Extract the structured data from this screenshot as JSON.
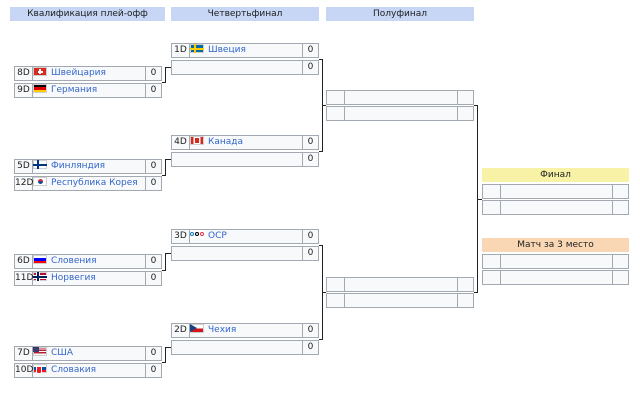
{
  "headers": {
    "playoff": "Квалификация плей-офф",
    "quarter": "Четвертьфинал",
    "semi": "Полуфинал",
    "final": "Финал",
    "third": "Матч за 3 место"
  },
  "playoff_matches": [
    {
      "a": {
        "seed": "8D",
        "team": "Швейцария",
        "flag": "switzerland-flag",
        "score": "0"
      },
      "b": {
        "seed": "9D",
        "team": "Германия",
        "flag": "germany-flag",
        "score": "0"
      }
    },
    {
      "a": {
        "seed": "5D",
        "team": "Финляндия",
        "flag": "finland-flag",
        "score": "0"
      },
      "b": {
        "seed": "12D",
        "team": "Республика Корея",
        "flag": "korea-flag",
        "score": "0"
      }
    },
    {
      "a": {
        "seed": "6D",
        "team": "Словения",
        "flag": "slovenia-flag",
        "score": "0"
      },
      "b": {
        "seed": "11D",
        "team": "Норвегия",
        "flag": "norway-flag",
        "score": "0"
      }
    },
    {
      "a": {
        "seed": "7D",
        "team": "США",
        "flag": "usa-flag",
        "score": "0"
      },
      "b": {
        "seed": "10D",
        "team": "Словакия",
        "flag": "slovakia-flag",
        "score": "0"
      }
    }
  ],
  "quarter_matches": [
    {
      "a": {
        "seed": "1D",
        "team": "Швеция",
        "flag": "sweden-flag",
        "score": "0"
      },
      "b": {
        "seed": "",
        "team": "",
        "score": "0"
      }
    },
    {
      "a": {
        "seed": "4D",
        "team": "Канада",
        "flag": "canada-flag",
        "score": "0"
      },
      "b": {
        "seed": "",
        "team": "",
        "score": "0"
      }
    },
    {
      "a": {
        "seed": "3D",
        "team": "OCP",
        "flag": "olympic-flag",
        "score": "0"
      },
      "b": {
        "seed": "",
        "team": "",
        "score": "0"
      }
    },
    {
      "a": {
        "seed": "2D",
        "team": "Чехия",
        "flag": "czech-flag",
        "score": "0"
      },
      "b": {
        "seed": "",
        "team": "",
        "score": "0"
      }
    }
  ],
  "colors": {
    "header_blue": "#c6d6f4",
    "final_yellow": "#f7f2a5",
    "third_orange": "#f9d7b4",
    "link": "#3366cc"
  }
}
